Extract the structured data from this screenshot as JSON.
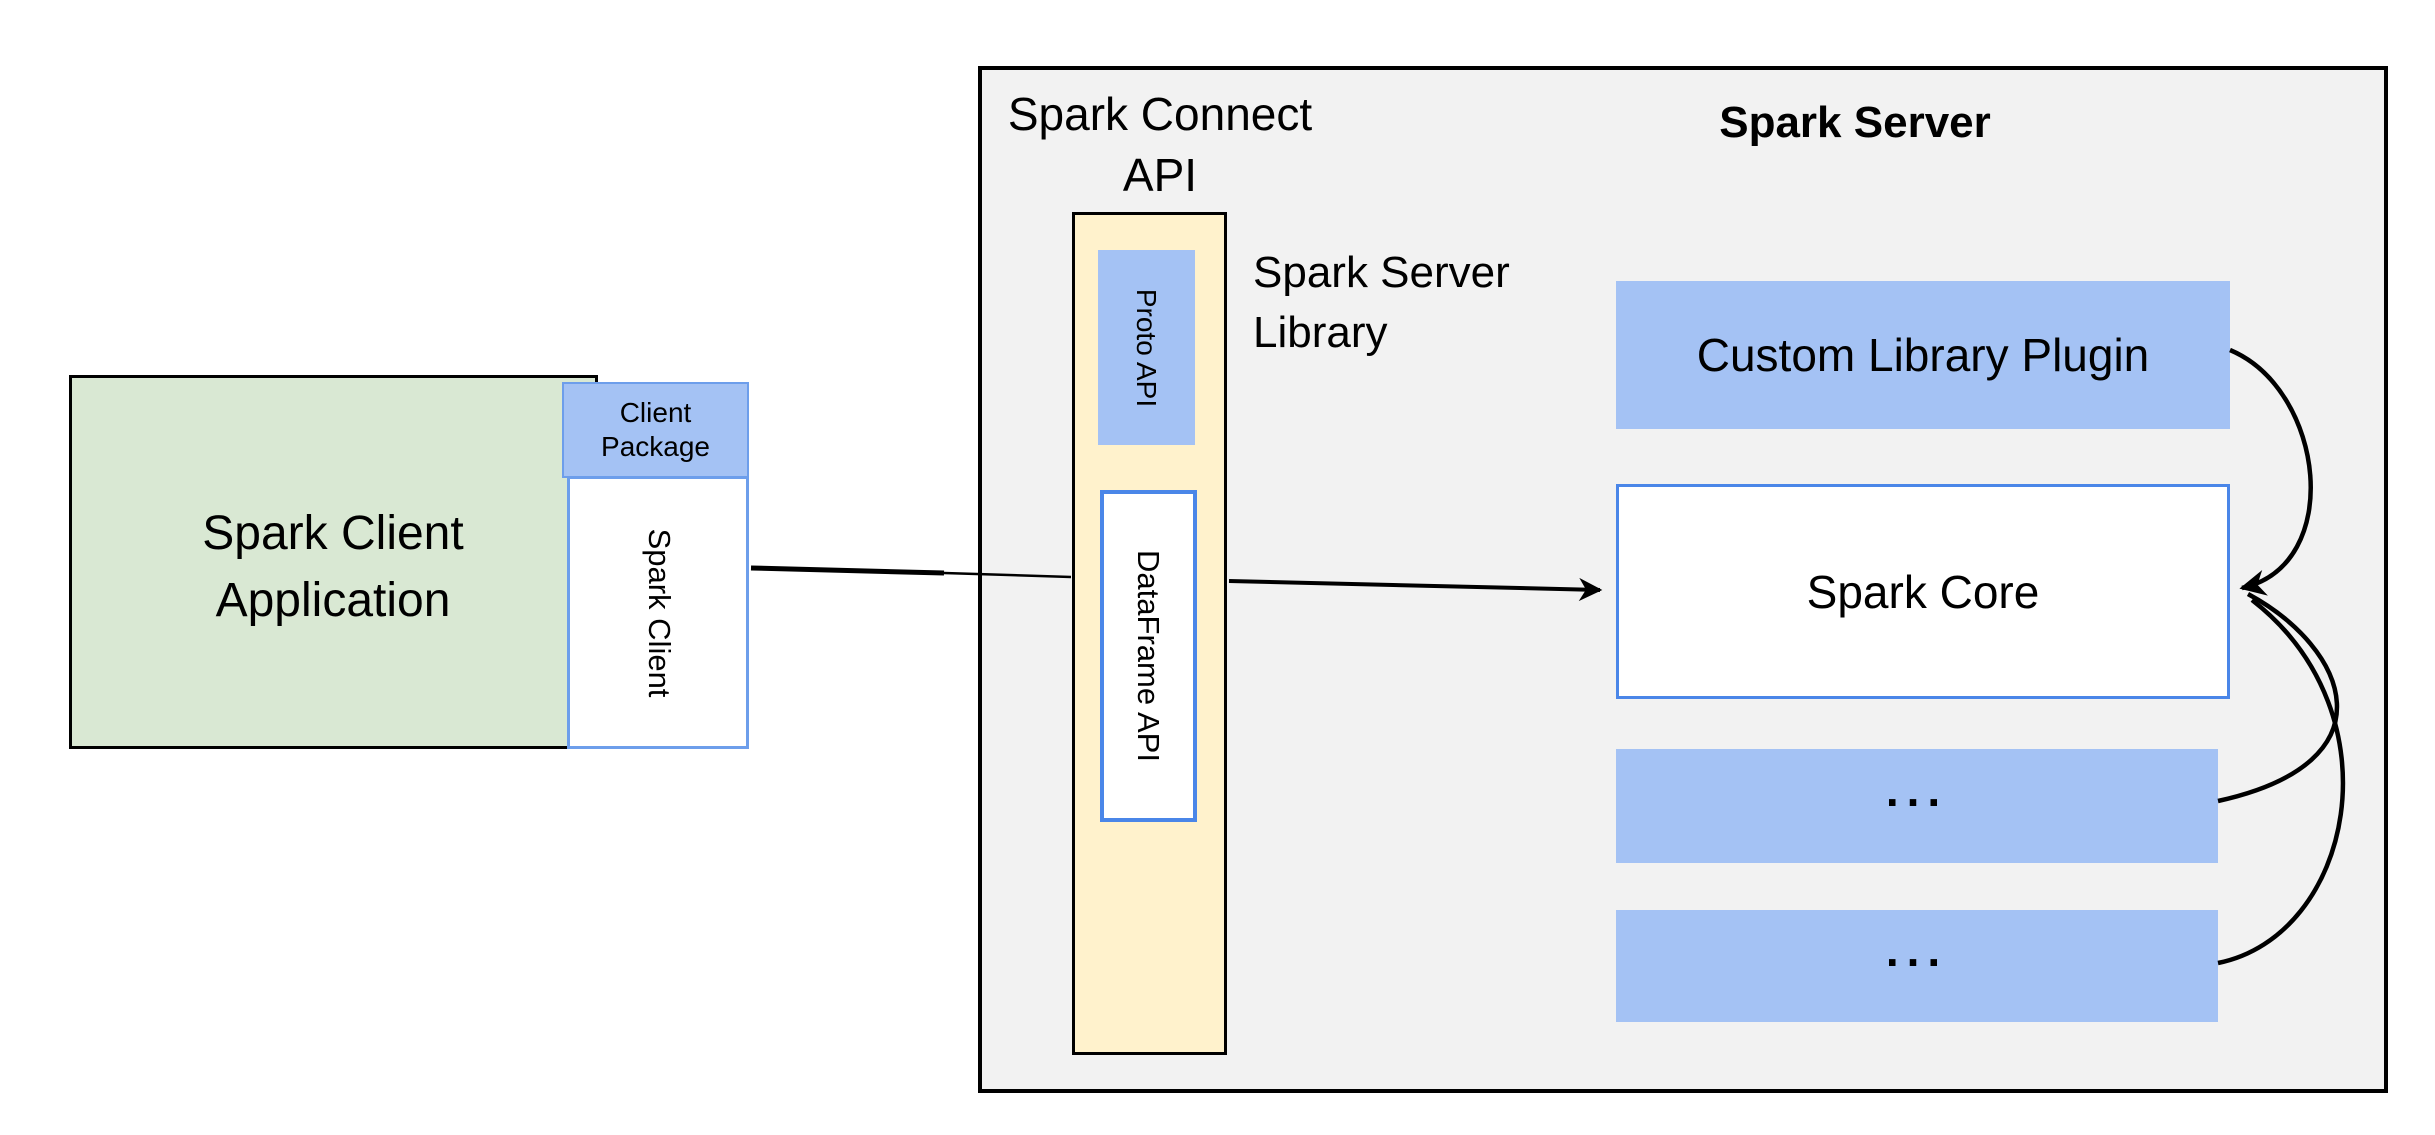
{
  "page": {
    "background": "#ffffff"
  },
  "colors": {
    "page-bg": "#ffffff",
    "gray-fill": "#f2f2f2",
    "green-fill": "#d9e8d3",
    "blue-fill": "#a4c2f4",
    "blue-border": "#6d9eeb",
    "core-border": "#4a86e8",
    "yellow-fill": "#fff2cc",
    "white": "#ffffff",
    "black": "#000000"
  },
  "client": {
    "application_label": "Spark Client Application",
    "package_label": "Client Package",
    "spark_client_label": "Spark Client"
  },
  "connect": {
    "api_title": "Spark Connect API",
    "proto_api_label": "Proto API",
    "dataframe_api_label": "DataFrame API",
    "server_library_label": "Spark Server Library"
  },
  "server": {
    "title": "Spark Server",
    "custom_plugin_label": "Custom Library Plugin",
    "spark_core_label": "Spark Core",
    "module_placeholder_1": "...",
    "module_placeholder_2": "..."
  }
}
